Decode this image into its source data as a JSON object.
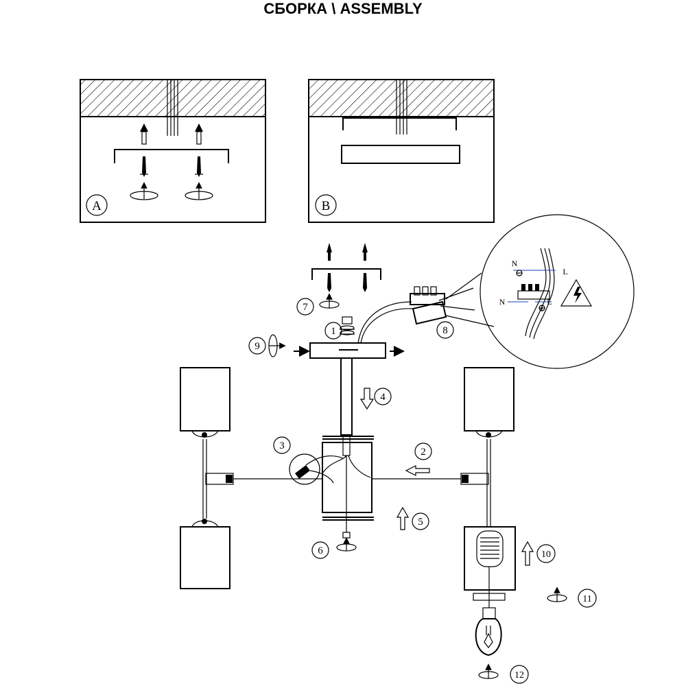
{
  "title": "СБОРКА \\ ASSEMBLY",
  "panels": [
    {
      "label": "A"
    },
    {
      "label": "B"
    }
  ],
  "steps": [
    "1",
    "2",
    "3",
    "4",
    "5",
    "6",
    "7",
    "8",
    "9",
    "10",
    "11",
    "12"
  ],
  "wiring": {
    "neutral": "N",
    "live": "L"
  },
  "colors": {
    "line": "#000000",
    "hatch": "#000000",
    "wire": "#1a3fb0"
  }
}
